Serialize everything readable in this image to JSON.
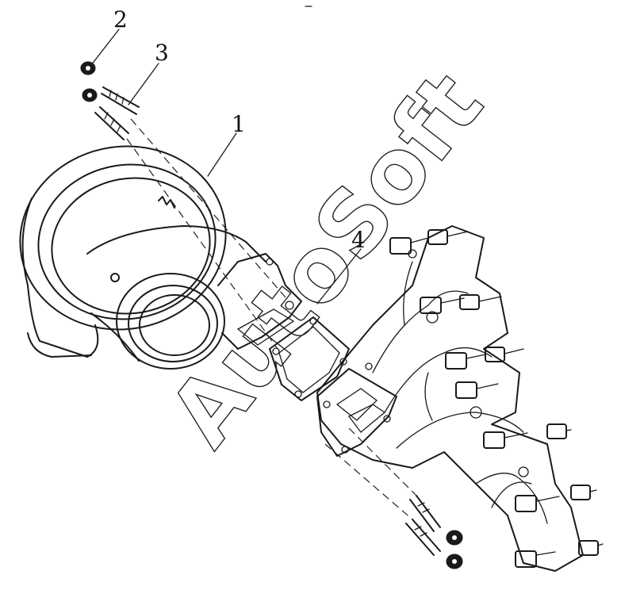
{
  "callouts": [
    {
      "id": "1",
      "label": "1"
    },
    {
      "id": "2",
      "label": "2"
    },
    {
      "id": "3",
      "label": "3"
    },
    {
      "id": "4",
      "label": "4"
    }
  ],
  "watermark": {
    "text": "AutoSoft"
  }
}
